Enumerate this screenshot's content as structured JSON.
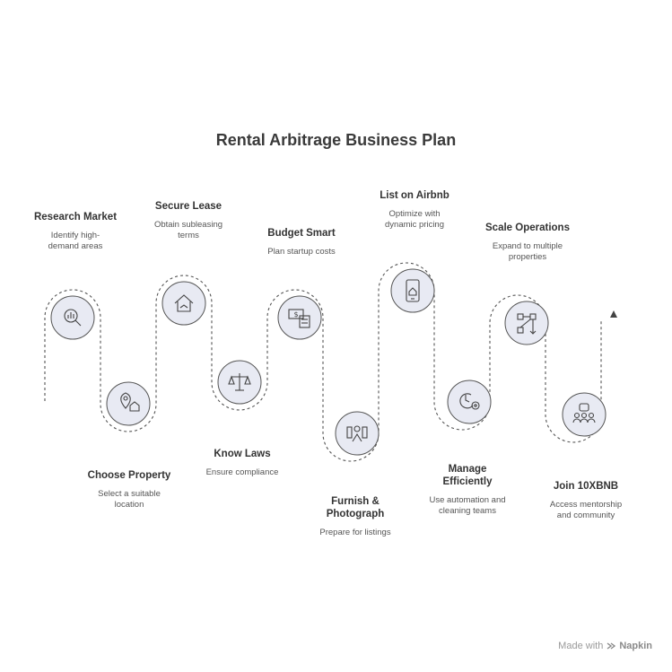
{
  "title": "Rental Arbitrage Business Plan",
  "steps": [
    {
      "title": "Research Market",
      "desc": "Identify high-\ndemand areas",
      "icon": "magnifier-chart-icon"
    },
    {
      "title": "Choose Property",
      "desc": "Select a suitable\nlocation",
      "icon": "location-house-icon"
    },
    {
      "title": "Secure Lease",
      "desc": "Obtain subleasing\nterms",
      "icon": "house-handshake-icon"
    },
    {
      "title": "Know Laws",
      "desc": "Ensure compliance",
      "icon": "scales-icon"
    },
    {
      "title": "Budget Smart",
      "desc": "Plan startup costs",
      "icon": "money-calculator-icon"
    },
    {
      "title": "Furnish &\nPhotograph",
      "desc": "Prepare for listings",
      "icon": "furniture-icon"
    },
    {
      "title": "List on Airbnb",
      "desc": "Optimize with\ndynamic pricing",
      "icon": "phone-home-icon"
    },
    {
      "title": "Manage\nEfficiently",
      "desc": "Use automation and\ncleaning teams",
      "icon": "clock-gear-icon"
    },
    {
      "title": "Scale Operations",
      "desc": "Expand to multiple\nproperties",
      "icon": "flowchart-icon"
    },
    {
      "title": "Join 10XBNB",
      "desc": "Access mentorship\nand community",
      "icon": "community-icon"
    }
  ],
  "footer": {
    "made_with": "Made with",
    "brand": "Napkin"
  }
}
